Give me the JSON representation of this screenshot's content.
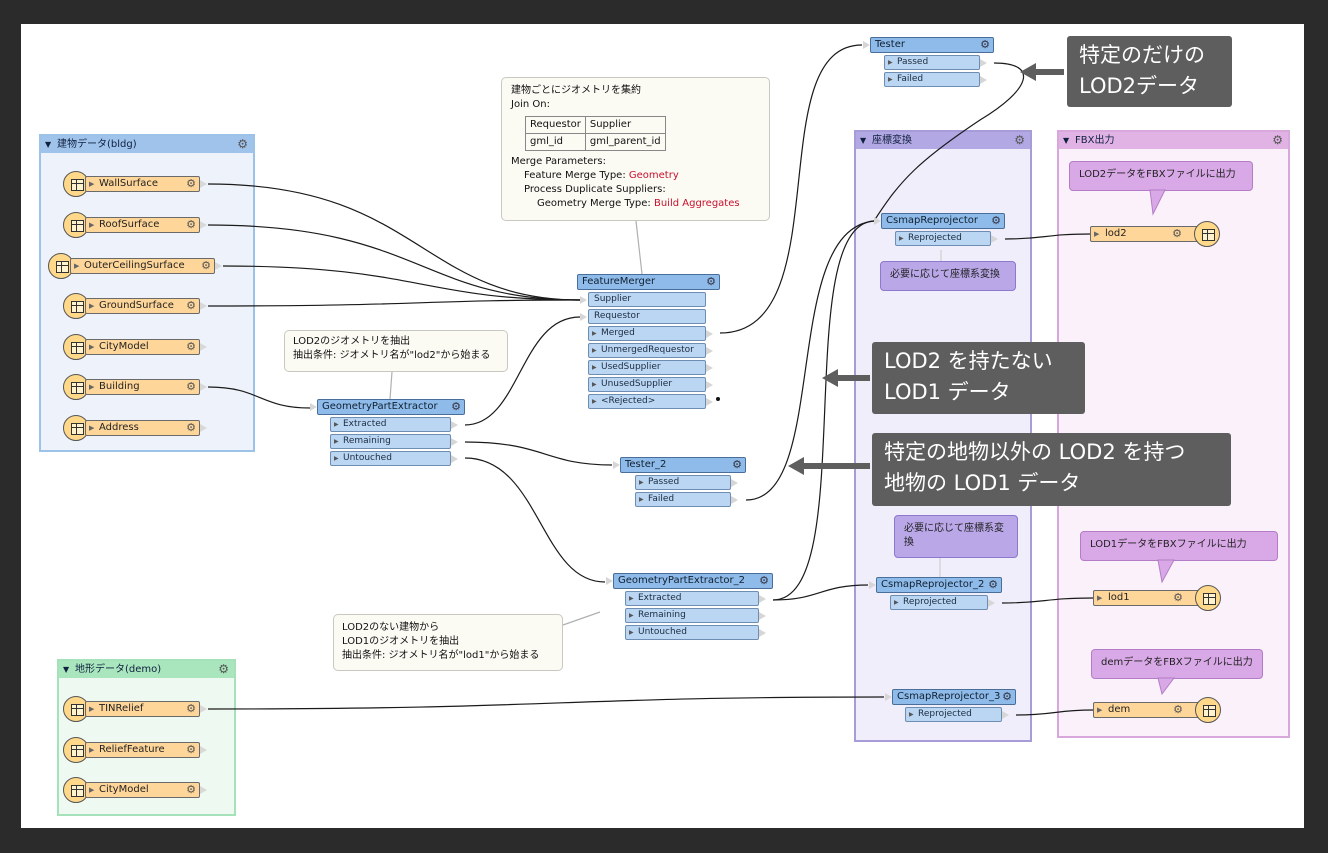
{
  "bookmarks": {
    "bldg": "建物データ(bldg)",
    "demo": "地形データ(demo)",
    "reproj": "座標変換",
    "fbx": "FBX出力"
  },
  "readers": {
    "wall": "WallSurface",
    "roof": "RoofSurface",
    "outer": "OuterCeilingSurface",
    "ground": "GroundSurface",
    "citymodel": "CityModel",
    "building": "Building",
    "address": "Address",
    "tin": "TINRelief",
    "relief": "ReliefFeature",
    "citymodel2": "CityModel"
  },
  "transformers": {
    "tester": {
      "name": "Tester",
      "ports": [
        "Passed",
        "Failed"
      ]
    },
    "merger": {
      "name": "FeatureMerger",
      "inputs": [
        "Supplier",
        "Requestor"
      ],
      "ports": [
        "Merged",
        "UnmergedRequestor",
        "UsedSupplier",
        "UnusedSupplier",
        "<Rejected>"
      ]
    },
    "gpe": {
      "name": "GeometryPartExtractor",
      "ports": [
        "Extracted",
        "Remaining",
        "Untouched"
      ]
    },
    "tester2": {
      "name": "Tester_2",
      "ports": [
        "Passed",
        "Failed"
      ]
    },
    "gpe2": {
      "name": "GeometryPartExtractor_2",
      "ports": [
        "Extracted",
        "Remaining",
        "Untouched"
      ]
    },
    "csmap1": {
      "name": "CsmapReprojector",
      "ports": [
        "Reprojected"
      ]
    },
    "csmap2": {
      "name": "CsmapReprojector_2",
      "ports": [
        "Reprojected"
      ]
    },
    "csmap3": {
      "name": "CsmapReprojector_3",
      "ports": [
        "Reprojected"
      ]
    }
  },
  "writers": {
    "lod2": "lod2",
    "lod1": "lod1",
    "dem": "dem"
  },
  "notes": {
    "merge": {
      "title": "建物ごとにジオメトリを集約",
      "join_on": "Join On:",
      "table": [
        [
          "Requestor",
          "Supplier"
        ],
        [
          "gml_id",
          "gml_parent_id"
        ]
      ],
      "params": "Merge Parameters:",
      "fmt_label": "Feature Merge Type:",
      "fmt_value": "Geometry",
      "pds": "Process Duplicate Suppliers:",
      "gmt_label": "Geometry Merge Type:",
      "gmt_value": "Build Aggregates"
    },
    "extract_lod2": {
      "line1": "LOD2のジオメトリを抽出",
      "line2": "抽出条件: ジオメトリ名が\"lod2\"から始まる"
    },
    "extract_lod1": {
      "line1": "LOD2のない建物から",
      "line2": "LOD1のジオメトリを抽出",
      "line3": "抽出条件: ジオメトリ名が\"lod1\"から始まる"
    },
    "reproj1": "必要に応じて座標系変換",
    "reproj2": "必要に応じて座標系変換",
    "out_lod2": "LOD2データをFBXファイルに出力",
    "out_lod1": "LOD1データをFBXファイルに出力",
    "out_dem": "demデータをFBXファイルに出力"
  },
  "callouts": {
    "c1": {
      "line1": "特定のだけの",
      "line2": "LOD2データ"
    },
    "c2": {
      "line1": "LOD2 を持たない",
      "line2": "LOD1 データ"
    },
    "c3": {
      "line1": "特定の地物以外の LOD2 を持つ",
      "line2": "地物の LOD1 データ"
    }
  },
  "colors": {
    "transformer": "#8fbbea",
    "port": "#bad6f3",
    "feature_type": "#ffd699",
    "callout": "#5e5e5e",
    "red_value": "#c8102e"
  },
  "icons": {
    "gear": "gear-icon",
    "collapse": "collapse-triangle-icon",
    "port": "port-triangle-icon",
    "reader": "reader-table-icon",
    "writer": "writer-table-icon"
  }
}
